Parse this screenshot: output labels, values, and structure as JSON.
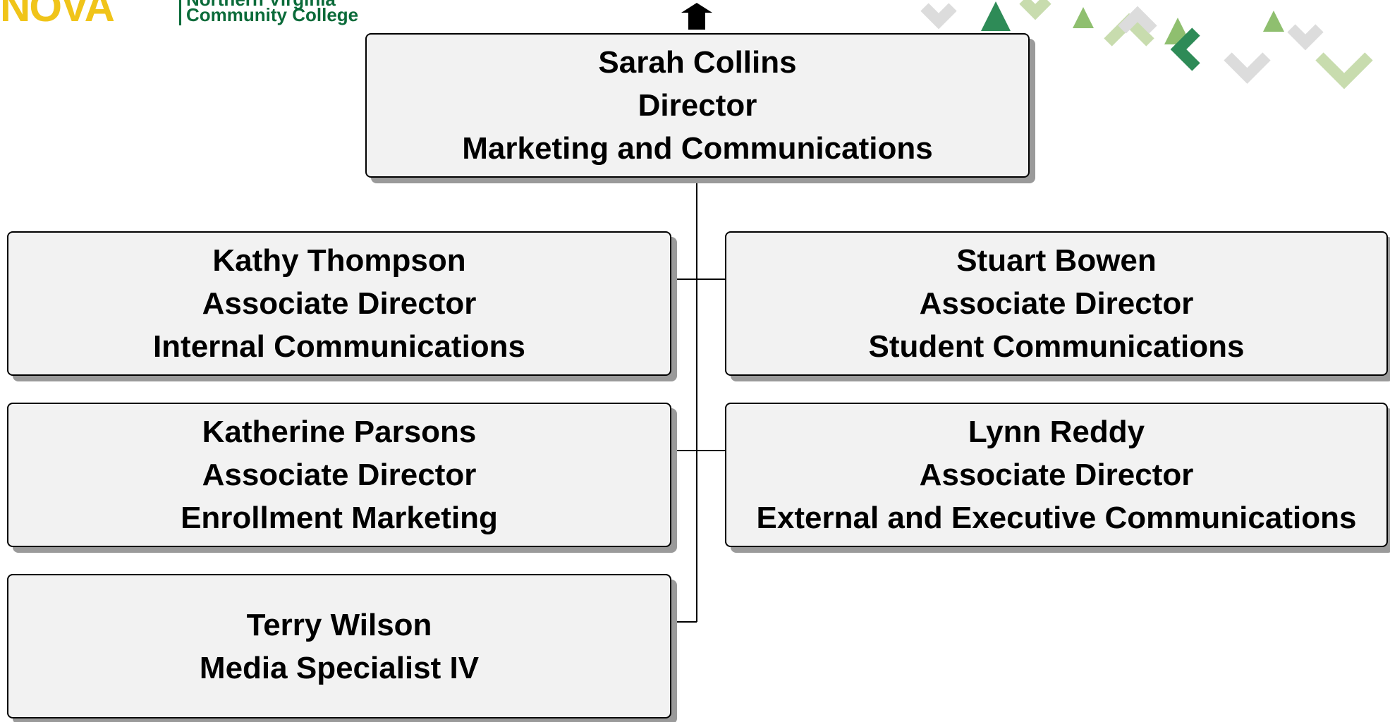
{
  "logo": {
    "wordmark": "NOVA",
    "name_line1": "Northern Virginia",
    "name_line2": "Community College",
    "wordmark_color": "#f0c419",
    "name_color": "#0b6b3a"
  },
  "colors": {
    "node_fill": "#f2f2f2",
    "node_border": "#000000",
    "node_shadow": "#9a9a9a",
    "connector": "#000000",
    "deco_green_light": "#c8dcae",
    "deco_green_mid": "#8fbf6f",
    "deco_green_dark": "#2e8b57",
    "deco_gray": "#dcdcdc"
  },
  "up_arrow_icon": "arrow-up-icon",
  "org": {
    "root": {
      "name": "Sarah Collins",
      "title": "Director",
      "unit": "Marketing and Communications"
    },
    "reports": [
      {
        "name": "Kathy Thompson",
        "title": "Associate Director",
        "unit": "Internal Communications"
      },
      {
        "name": "Stuart Bowen",
        "title": "Associate Director",
        "unit": "Student Communications"
      },
      {
        "name": "Katherine Parsons",
        "title": "Associate Director",
        "unit": "Enrollment Marketing"
      },
      {
        "name": "Lynn Reddy",
        "title": "Associate Director",
        "unit": "External and Executive Communications"
      },
      {
        "name": "Terry Wilson",
        "title": "Media Specialist IV"
      }
    ]
  }
}
